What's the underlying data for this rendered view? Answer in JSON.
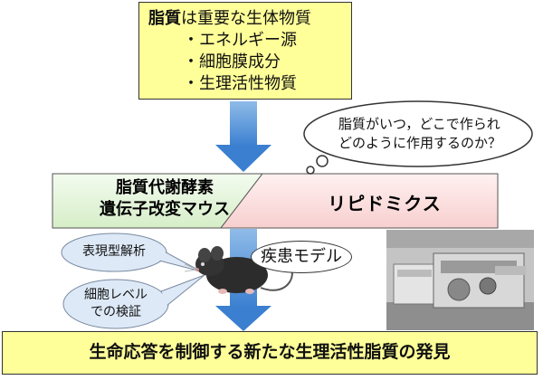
{
  "top_box": {
    "title_bold": "脂質",
    "title_rest": "は重要な生体物質",
    "items": [
      "・エネルギー源",
      "・細胞膜成分",
      "・生理活性物質"
    ]
  },
  "cloud": {
    "line1": "脂質がいつ，どこで作られ",
    "line2": "どのように作用するのか？"
  },
  "banner": {
    "left_line1": "脂質代謝酵素",
    "left_line2": "遺伝子改変マウス",
    "right": "リピドミクス"
  },
  "bubbles": {
    "phenotype": "表現型解析",
    "cell_line1": "細胞レベル",
    "cell_line2": "での検証",
    "disease": "疾患モデル"
  },
  "bottom_box": {
    "text": "生命応答を制御する新たな生理活性脂質の発見"
  },
  "colors": {
    "yellow_box": "#ffff99",
    "banner_green": "#e6f4dc",
    "banner_pink": "#fde3e3",
    "arrow_blue": "#4a90d9",
    "bubble_blue": "#dde9f7"
  },
  "icons": [
    "mouse-icon",
    "mass-spectrometer-photo"
  ]
}
